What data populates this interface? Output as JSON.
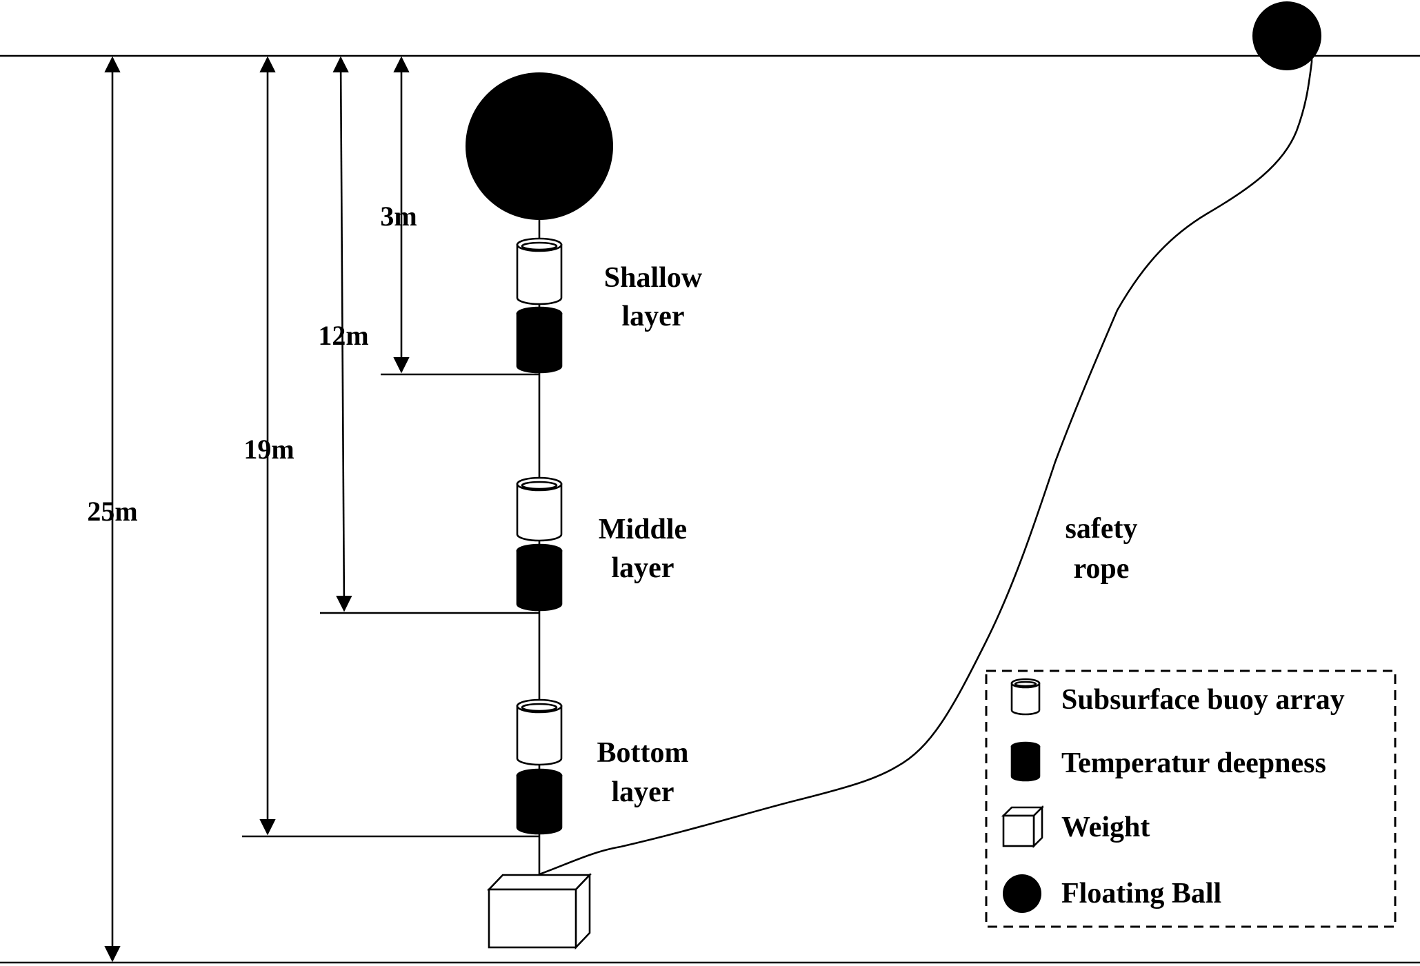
{
  "diagram": {
    "depth_labels": {
      "total": "25m",
      "bottom": "19m",
      "middle": "12m",
      "shallow": "3m"
    },
    "layers": {
      "shallow": [
        "Shallow",
        "layer"
      ],
      "middle": [
        "Middle",
        "layer"
      ],
      "bottom": [
        "Bottom",
        "layer"
      ]
    },
    "rope_label": [
      "safety",
      "rope"
    ],
    "legend": {
      "items": [
        {
          "icon": "white-cylinder-icon",
          "label": "Subsurface buoy array"
        },
        {
          "icon": "black-cylinder-icon",
          "label": "Temperatur deepness"
        },
        {
          "icon": "box-icon",
          "label": "Weight"
        },
        {
          "icon": "black-circle-icon",
          "label": "Floating Ball"
        }
      ]
    },
    "colors": {
      "ink": "#000000",
      "paper": "#ffffff"
    }
  }
}
